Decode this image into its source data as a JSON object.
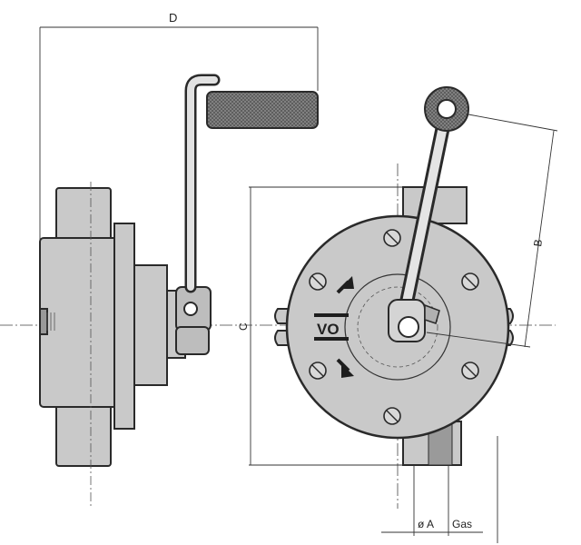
{
  "drawing": {
    "type": "technical drawing — hand rotary pump (side view and front view)",
    "dimension_labels": {
      "D": "D",
      "C": "C",
      "B": "B",
      "A": "ø A",
      "gas": "Gas"
    },
    "body_marking": "VO",
    "colors": {
      "line": "#2a2a2a",
      "fill_body": "#c9c9c9",
      "fill_dark": "#9a9a9a",
      "background": "#ffffff"
    }
  }
}
